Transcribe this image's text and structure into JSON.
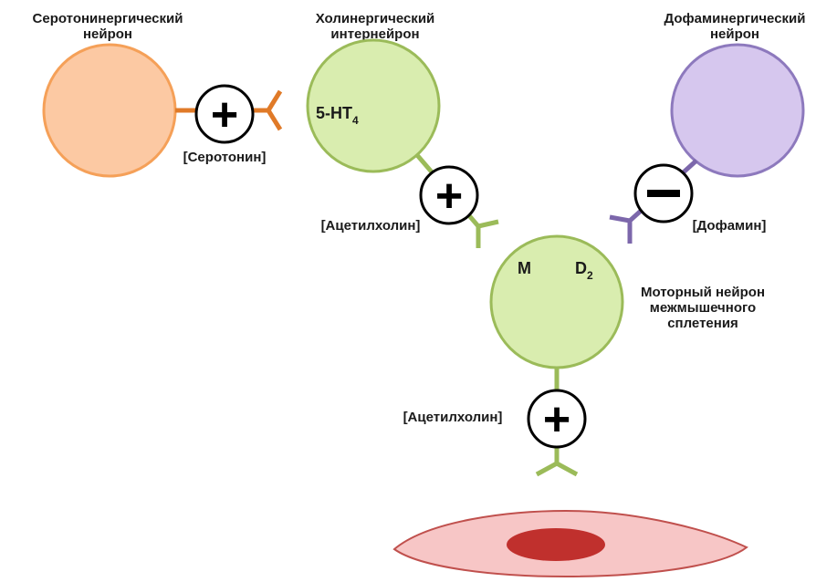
{
  "colors": {
    "serotonergic_fill": "#fcc9a3",
    "serotonergic_stroke": "#f5a058",
    "serotonergic_axon": "#e07a28",
    "cholinergic_fill": "#d9edaf",
    "cholinergic_stroke": "#9bbb59",
    "cholinergic_axon": "#9bbb59",
    "dopaminergic_fill": "#d6c7ee",
    "dopaminergic_stroke": "#8d79bd",
    "dopaminergic_axon": "#7c67ab",
    "muscle_fill": "#f7c6c6",
    "muscle_stroke": "#c0504d",
    "muscle_nucleus": "#c0302d"
  },
  "neurons": {
    "serotonergic": {
      "label_line1": "Серотонинергический",
      "label_line2": "нейрон",
      "transmitter": "[Серотонин]",
      "effect": "+"
    },
    "cholinergic": {
      "label_line1": "Холинергический",
      "label_line2": "интернейрон",
      "receptor": "5-HT",
      "receptor_sub": "4",
      "transmitter": "[Ацетилхолин]",
      "effect": "+"
    },
    "dopaminergic": {
      "label_line1": "Дофаминергический",
      "label_line2": "нейрон",
      "transmitter": "[Дофамин]",
      "effect": "−"
    },
    "motor": {
      "label_line1": "Моторный нейрон",
      "label_line2": "межмышечного",
      "label_line3": "сплетения",
      "receptor_m": "M",
      "receptor_d": "D",
      "receptor_d_sub": "2",
      "transmitter": "[Ацетилхолин]",
      "effect": "+"
    }
  },
  "icons": {
    "plus": "plus-sign-icon",
    "minus": "minus-sign-icon",
    "receptor": "y-shaped-receptor-icon",
    "muscle": "smooth-muscle-cell-icon"
  }
}
